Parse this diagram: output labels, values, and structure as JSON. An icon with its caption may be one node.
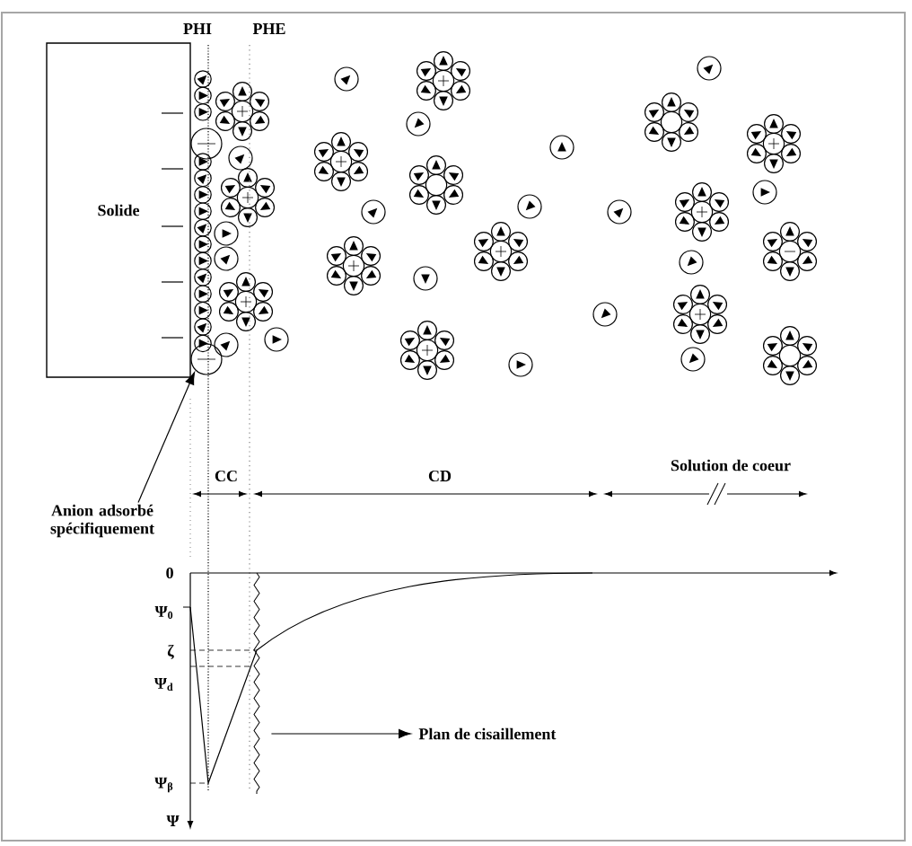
{
  "diagram": {
    "nodes": [
      {
        "text": [
          "Solide"
        ]
      },
      {
        "text": [],
        "shape": "circle"
      },
      {
        "text": [
          "Anion adsorbé spécifiquement"
        ]
      },
      {
        "text": [
          "Plan de cisaillement"
        ]
      },
      {
        "text": [],
        "shape": "line"
      }
    ],
    "edges": [
      {
        "from": 2,
        "to": 1,
        "arrow": "to"
      },
      {
        "from": 4,
        "to": 3,
        "arrow": "to"
      }
    ],
    "labels": [
      "PHI",
      "PHE",
      "CC",
      "CD",
      "Solution de coeur",
      "0",
      "Ψ$_{0}$",
      "ζ",
      "Ψ$_{d}$",
      "Ψ$_{β}$",
      "Ψ"
    ]
  }
}
